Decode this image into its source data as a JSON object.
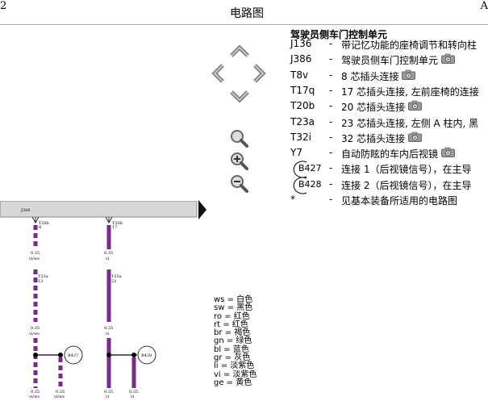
{
  "header": {
    "page_number": "2",
    "page_letter": "A",
    "title": "电路图"
  },
  "legend": {
    "title": "驾驶员侧车门控制单元",
    "items": [
      {
        "code": "J136",
        "desc": "带记忆功能的座椅调节和转向柱",
        "camera": false,
        "circled": false
      },
      {
        "code": "J386",
        "desc": "驾驶员侧车门控制单元",
        "camera": true,
        "circled": false
      },
      {
        "code": "T8v",
        "desc": "8 芯插头连接",
        "camera": true,
        "circled": false
      },
      {
        "code": "T17q",
        "desc": "17 芯插头连接, 左前座椅的连接",
        "camera": false,
        "circled": false
      },
      {
        "code": "T20b",
        "desc": "20 芯插头连接",
        "camera": true,
        "circled": false
      },
      {
        "code": "T23a",
        "desc": "23 芯插头连接, 左侧 A 柱内, 黑",
        "camera": false,
        "circled": false
      },
      {
        "code": "T32i",
        "desc": "32 芯插头连接",
        "camera": true,
        "circled": false
      },
      {
        "code": "Y7",
        "desc": "自动防眩的车内后视镜",
        "camera": true,
        "circled": false
      },
      {
        "code": "B427",
        "desc": "连接 1（后视镜信号），在主导",
        "camera": false,
        "circled": true
      },
      {
        "code": "B428",
        "desc": "连接 2（后视镜信号），在主导",
        "camera": false,
        "circled": true
      },
      {
        "code": "*",
        "desc": "见基本装备所适用的电路图",
        "camera": false,
        "circled": false
      }
    ]
  },
  "color_key": [
    "ws = 白色",
    "sw = 黑色",
    "ro = 红色",
    "rt  = 红色",
    "br = 褐色",
    "gn = 绿色",
    "bl = 蓝色",
    "gr = 灰色",
    "li  = 淡紫色",
    "vi  = 淡紫色",
    "ge = 黄色"
  ],
  "schematic": {
    "component_label": "J386",
    "wire1": {
      "conn_top": "T20b",
      "pin_top": "8",
      "size1": "0.35",
      "color1": "vi/ws",
      "conn_mid": "T23a",
      "pin_mid": "13",
      "size2": "0.35",
      "color2": "vi/ws",
      "node": "B427",
      "size3": "0.35",
      "color3": "vi/ws",
      "size4": "0.35",
      "color4": "vi/ws"
    },
    "wire2": {
      "conn_top": "T20b",
      "pin_top": "17",
      "size1": "0.35",
      "color1": "vi",
      "conn_mid": "T23a",
      "pin_mid": "23",
      "size2": "0.35",
      "color2": "vi",
      "node": "B428",
      "size3": "0.35",
      "color3": "vi",
      "size4": "0.35",
      "color4": "vi"
    }
  },
  "icons": [
    "nav-up-icon",
    "nav-left-icon",
    "nav-right-icon",
    "nav-down-icon",
    "zoom-icon",
    "zoom-in-icon",
    "zoom-out-icon",
    "camera-icon",
    "play-triangle-icon"
  ]
}
